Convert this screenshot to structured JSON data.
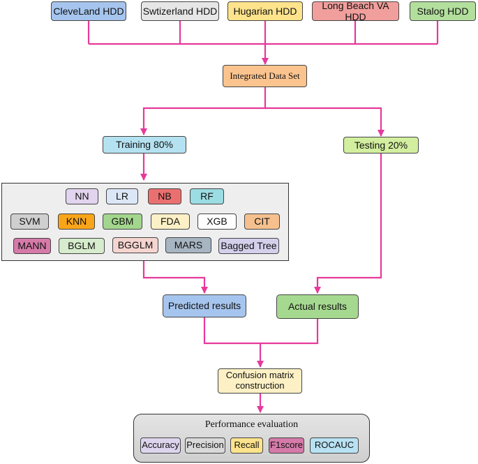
{
  "sources": [
    {
      "label": "CleveLand HDD",
      "fill": "#a6c5ee"
    },
    {
      "label": "Swtizerland HDD",
      "fill": "#e6e6e6"
    },
    {
      "label": "Hugarian HDD",
      "fill": "#fde38c"
    },
    {
      "label": "Long Beach VA HDD",
      "fill": "#f19f9c"
    },
    {
      "label": "Stalog HDD",
      "fill": "#b3df9d"
    }
  ],
  "integrated": {
    "label": "Integrated Data Set",
    "fill": "#fbc48f"
  },
  "training": {
    "label": "Training 80%",
    "fill": "#b5e2f1"
  },
  "testing": {
    "label": "Testing 20%",
    "fill": "#d2ee9f"
  },
  "models": [
    {
      "label": "NN",
      "fill": "#e2d4ee"
    },
    {
      "label": "LR",
      "fill": "#dbe7f7"
    },
    {
      "label": "NB",
      "fill": "#ea7070"
    },
    {
      "label": "RF",
      "fill": "#9cdce3"
    },
    {
      "label": "SVM",
      "fill": "#cfcfcf"
    },
    {
      "label": "KNN",
      "fill": "#f9a51a"
    },
    {
      "label": "GBM",
      "fill": "#a3d68d"
    },
    {
      "label": "FDA",
      "fill": "#fcf0c6"
    },
    {
      "label": "XGB",
      "fill": "#ffffff"
    },
    {
      "label": "CIT",
      "fill": "#f5c08e"
    },
    {
      "label": "MANN",
      "fill": "#d57aa9"
    },
    {
      "label": "BGLM",
      "fill": "#d6eccc"
    },
    {
      "label": "BGGLM",
      "fill": "#f6d4d0"
    },
    {
      "label": "MARS",
      "fill": "#a7b5c2"
    },
    {
      "label": "Bagged Tree",
      "fill": "#d4d0ec"
    }
  ],
  "predicted": {
    "label": "Predicted results",
    "fill": "#a6c5ee"
  },
  "actual": {
    "label": "Actual results",
    "fill": "#a6d990"
  },
  "confusion": {
    "line1": "Confusion matrix",
    "line2": "construction",
    "fill": "#fdf0c4"
  },
  "evaluation": {
    "title": "Performance evaluation",
    "metrics": [
      {
        "label": "Accuracy",
        "fill": "#ddd5ee"
      },
      {
        "label": "Precision",
        "fill": "#d9d9d9"
      },
      {
        "label": "Recall",
        "fill": "#fde38c"
      },
      {
        "label": "F1score",
        "fill": "#d57aa9"
      },
      {
        "label": "ROCAUC",
        "fill": "#b8e2f3"
      }
    ]
  },
  "colors": {
    "connector": "#e6399b"
  }
}
